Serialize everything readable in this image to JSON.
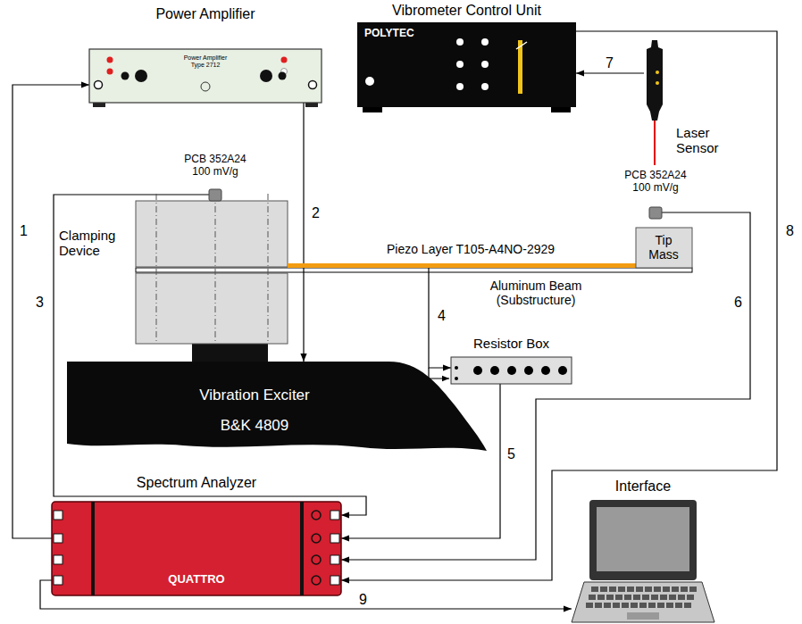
{
  "diagram": {
    "nodes": [
      {
        "text": [
          "Power Amplifier",
          "Power Amplifier Type 2712"
        ]
      },
      {
        "text": [
          "Vibrometer Control Unit",
          "POLYTEC"
        ]
      },
      {
        "text": [
          "Laser Sensor"
        ]
      },
      {
        "text": [
          "Clamping Device"
        ]
      },
      {
        "text": [
          "PCB 352A24 100 mV/g"
        ]
      },
      {
        "text": [
          "PCB 352A24 100 mV/g"
        ]
      },
      {
        "text": [
          "Piezo Layer T105-A4NO-2929"
        ]
      },
      {
        "text": [
          "Tip Mass"
        ]
      },
      {
        "text": [
          "Vibration Exciter",
          "B&K 4809"
        ]
      },
      {
        "text": [
          "Resistor Box"
        ]
      },
      {
        "text": [
          "Spectrum Analyzer",
          "QUATTRO"
        ]
      },
      {
        "text": [
          "Interface"
        ]
      }
    ],
    "edges": [
      {
        "from": 10,
        "to": 0,
        "label": "1",
        "arrow": "to"
      },
      {
        "from": 0,
        "to": 8,
        "label": "2",
        "arrow": "to"
      },
      {
        "from": 4,
        "to": 10,
        "label": "3",
        "arrow": "to"
      },
      {
        "from": 6,
        "to": 9,
        "label": "4",
        "arrow": "to"
      },
      {
        "from": 9,
        "to": 10,
        "label": "5",
        "arrow": "to"
      },
      {
        "from": 5,
        "to": 10,
        "label": "6",
        "arrow": "to"
      },
      {
        "from": 2,
        "to": 1,
        "label": "7",
        "arrow": "to"
      },
      {
        "from": 1,
        "to": 10,
        "label": "8",
        "arrow": "to"
      },
      {
        "from": 10,
        "to": 11,
        "label": "9",
        "arrow": "to"
      }
    ],
    "labels": [
      "Aluminum Beam (Substructure)"
    ]
  }
}
